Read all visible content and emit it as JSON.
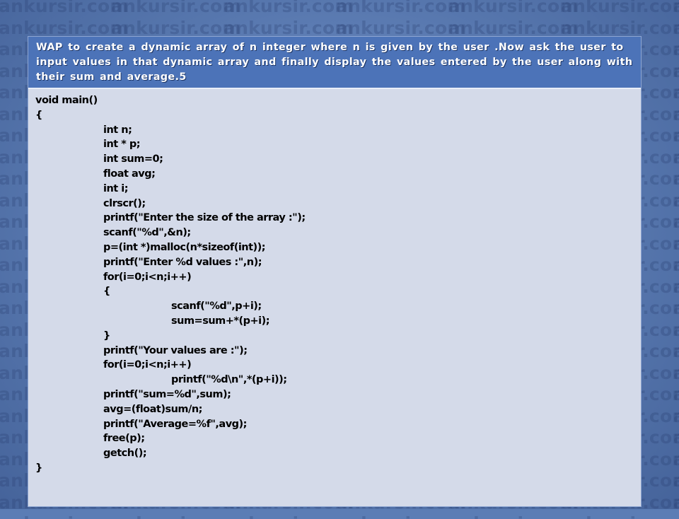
{
  "watermark": {
    "text": "ankursir.com",
    "rows": 25,
    "columns": 7
  },
  "question": "WAP to create a dynamic array of n integer where n is given by the user .Now ask the user to input values in that dynamic array and finally display the values entered by the user along with their sum and average.5",
  "code": [
    {
      "text": "void main()",
      "indent": 0
    },
    {
      "text": "{",
      "indent": 0
    },
    {
      "text": "int n;",
      "indent": 1
    },
    {
      "text": "int * p;",
      "indent": 1
    },
    {
      "text": "int sum=0;",
      "indent": 1
    },
    {
      "text": "float avg;",
      "indent": 1
    },
    {
      "text": "int i;",
      "indent": 1
    },
    {
      "text": "clrscr();",
      "indent": 1
    },
    {
      "text": "printf(\"Enter the size of the array :\");",
      "indent": 1
    },
    {
      "text": "scanf(\"%d\",&n);",
      "indent": 1
    },
    {
      "text": "p=(int *)malloc(n*sizeof(int));",
      "indent": 1
    },
    {
      "text": "printf(\"Enter %d values :\",n);",
      "indent": 1
    },
    {
      "text": "for(i=0;i<n;i++)",
      "indent": 1
    },
    {
      "text": "{",
      "indent": 1
    },
    {
      "text": "scanf(\"%d\",p+i);",
      "indent": 2
    },
    {
      "text": "sum=sum+*(p+i);",
      "indent": 2
    },
    {
      "text": "}",
      "indent": 1
    },
    {
      "text": "printf(\"Your values are :\");",
      "indent": 1
    },
    {
      "text": "for(i=0;i<n;i++)",
      "indent": 1
    },
    {
      "text": "printf(\"%d\\n\",*(p+i));",
      "indent": 2
    },
    {
      "text": "printf(\"sum=%d\",sum);",
      "indent": 1
    },
    {
      "text": "avg=(float)sum/n;",
      "indent": 1
    },
    {
      "text": "printf(\"Average=%f\",avg);",
      "indent": 1
    },
    {
      "text": "free(p);",
      "indent": 1
    },
    {
      "text": "getch();",
      "indent": 1
    },
    {
      "text": "}",
      "indent": 0
    }
  ]
}
